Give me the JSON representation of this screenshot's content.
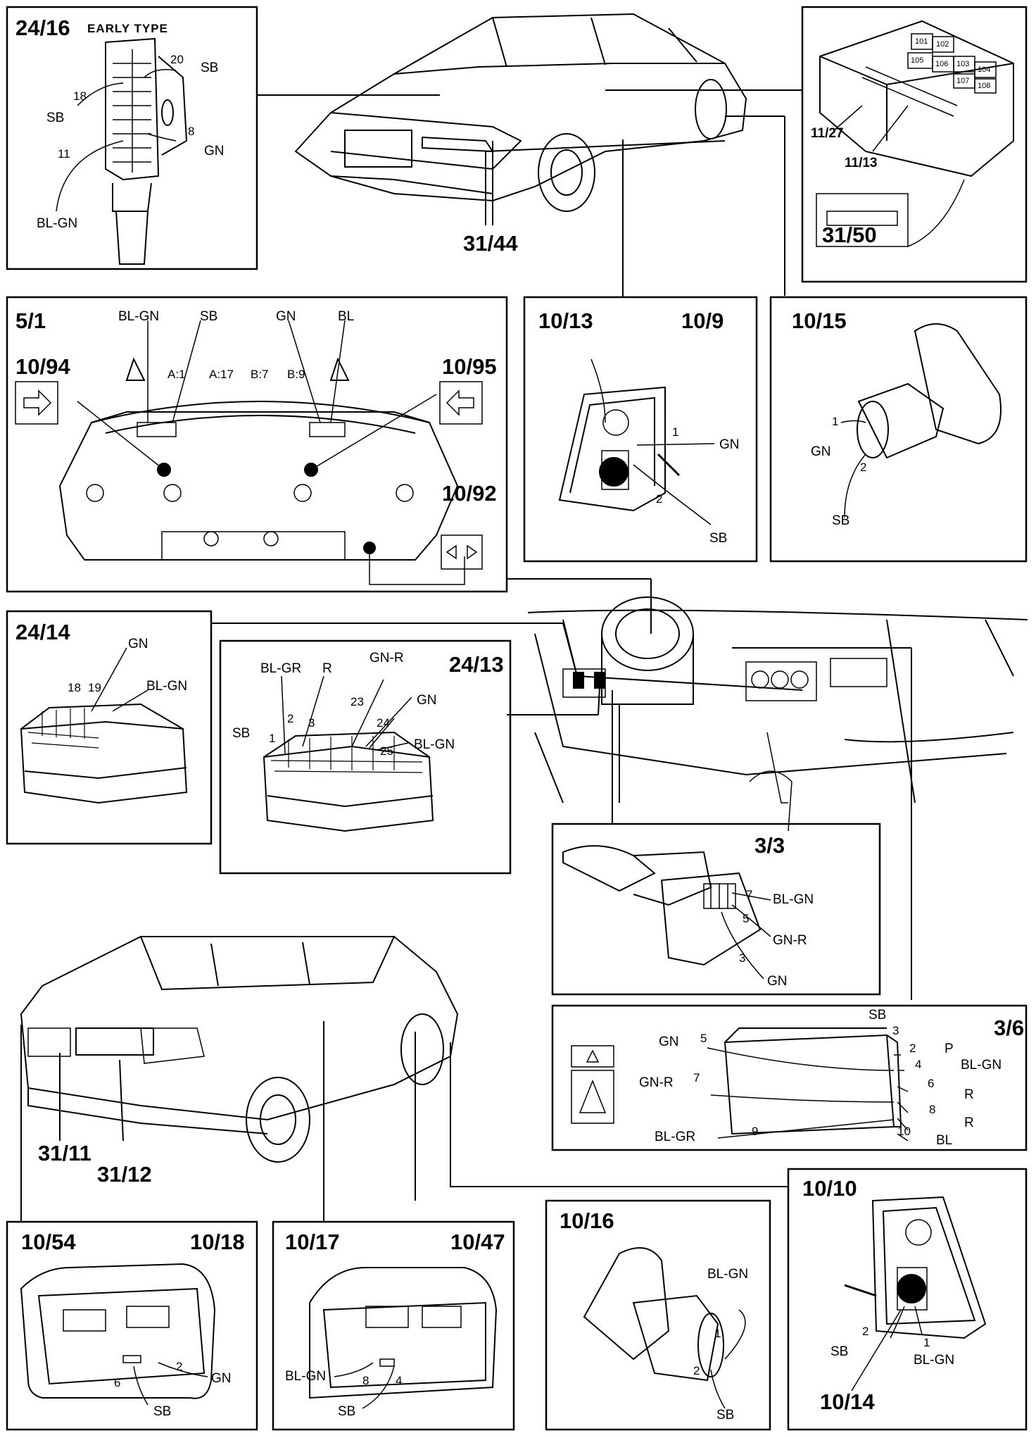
{
  "panels": [
    {
      "id": "p2416",
      "title": "24/16",
      "subtitle": "EARLY TYPE",
      "labels": [
        "20",
        "SB",
        "18",
        "SB",
        "8",
        "GN",
        "11",
        "BL-GN"
      ]
    },
    {
      "id": "p3150",
      "title": "31/50",
      "labels": [
        "101",
        "102",
        "105",
        "106",
        "103",
        "104",
        "107",
        "108",
        "11/27",
        "11/13"
      ]
    },
    {
      "id": "p51",
      "title": "5/1",
      "labels": [
        "BL-GN",
        "SB",
        "GN",
        "BL",
        "A:1",
        "A:17",
        "B:7",
        "B:9",
        "10/94",
        "10/95",
        "10/92"
      ]
    },
    {
      "id": "p1013",
      "title": "10/13",
      "title2": "10/9",
      "labels": [
        "1",
        "GN",
        "2",
        "SB"
      ]
    },
    {
      "id": "p1015",
      "title": "10/15",
      "labels": [
        "1",
        "GN",
        "2",
        "SB"
      ]
    },
    {
      "id": "p2414",
      "title": "24/14",
      "labels": [
        "GN",
        "18",
        "19",
        "BL-GN"
      ]
    },
    {
      "id": "p2413",
      "title": "24/13",
      "labels": [
        "BL-GR",
        "R",
        "GN-R",
        "GN",
        "SB",
        "1",
        "2",
        "3",
        "23",
        "24",
        "25",
        "BL-GN"
      ]
    },
    {
      "id": "p33",
      "title": "3/3",
      "labels": [
        "7",
        "BL-GN",
        "5",
        "GN-R",
        "3",
        "GN"
      ]
    },
    {
      "id": "p36",
      "title": "3/6",
      "labels": [
        "SB",
        "3",
        "GN",
        "5",
        "2",
        "P",
        "4",
        "BL-GN",
        "GN-R",
        "7",
        "6",
        "R",
        "8",
        "R",
        "BL-GR",
        "9",
        "10",
        "BL"
      ]
    },
    {
      "id": "p1054",
      "title": "10/54",
      "title2": "10/18",
      "labels": [
        "2",
        "GN",
        "6",
        "SB"
      ]
    },
    {
      "id": "p1017",
      "title": "10/17",
      "title2": "10/47",
      "labels": [
        "BL-GN",
        "8",
        "4",
        "SB"
      ]
    },
    {
      "id": "p1016",
      "title": "10/16",
      "labels": [
        "BL-GN",
        "1",
        "2",
        "SB"
      ]
    },
    {
      "id": "p1010",
      "title": "10/10",
      "title2": "10/14",
      "labels": [
        "2",
        "SB",
        "1",
        "BL-GN"
      ]
    }
  ],
  "callouts": {
    "front_car": "31/44",
    "rear_left": "31/11",
    "rear_right": "31/12"
  }
}
